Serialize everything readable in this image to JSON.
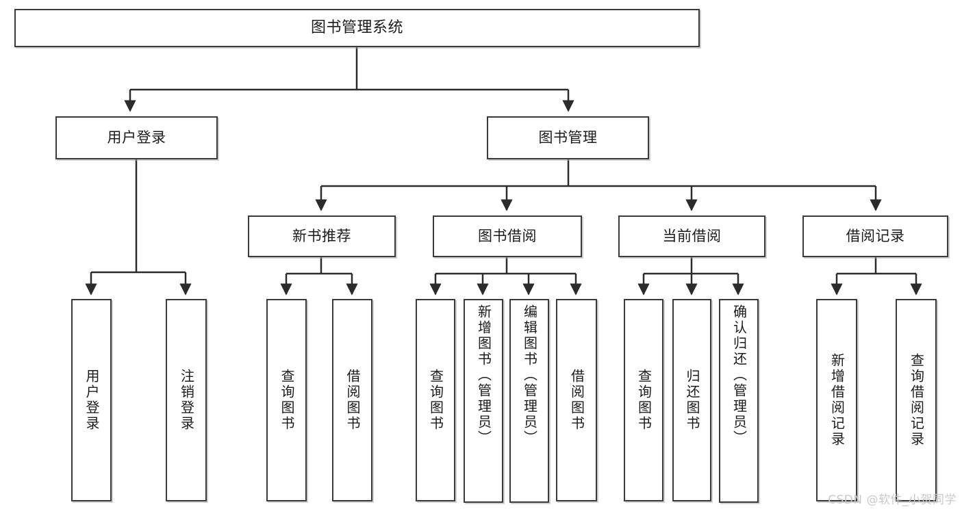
{
  "diagram": {
    "type": "tree-hierarchy-diagram",
    "title": "图书管理系统",
    "watermark": "CSDN @软件_小贺同学",
    "colors": {
      "box_border": "#3a3a3a",
      "box_fill": "#ffffff",
      "edge": "#2b2b2b",
      "text": "#1b1b1b",
      "watermark": "#c9c9c9",
      "background": "#ffffff"
    },
    "nodes": {
      "root": {
        "label": "图书管理系统"
      },
      "level2": [
        {
          "id": "user-login",
          "label": "用户登录"
        },
        {
          "id": "book-management",
          "label": "图书管理"
        }
      ],
      "level3": [
        {
          "id": "new-book-recommend",
          "label": "新书推荐"
        },
        {
          "id": "book-borrow",
          "label": "图书借阅"
        },
        {
          "id": "current-borrow",
          "label": "当前借阅"
        },
        {
          "id": "borrow-record",
          "label": "借阅记录"
        }
      ],
      "leaves": {
        "user-login": [
          {
            "id": "leaf-user-login",
            "label": "用户登录"
          },
          {
            "id": "leaf-logout-login",
            "label": "注销登录"
          }
        ],
        "new-book-recommend": [
          {
            "id": "leaf-query-book-1",
            "label": "查询图书"
          },
          {
            "id": "leaf-borrow-book-1",
            "label": "借阅图书"
          }
        ],
        "book-borrow": [
          {
            "id": "leaf-query-book-2",
            "label": "查询图书"
          },
          {
            "id": "leaf-add-book-admin",
            "label": "新增图书（管理员）"
          },
          {
            "id": "leaf-edit-book-admin",
            "label": "编辑图书（管理员）"
          },
          {
            "id": "leaf-borrow-book-2",
            "label": "借阅图书"
          }
        ],
        "current-borrow": [
          {
            "id": "leaf-query-book-3",
            "label": "查询图书"
          },
          {
            "id": "leaf-return-book",
            "label": "归还图书"
          },
          {
            "id": "leaf-confirm-return-admin",
            "label": "确认归还（管理员）"
          }
        ],
        "borrow-record": [
          {
            "id": "leaf-add-borrow-record",
            "label": "新增借阅记录"
          },
          {
            "id": "leaf-query-borrow-record",
            "label": "查询借阅记录"
          }
        ]
      }
    }
  }
}
